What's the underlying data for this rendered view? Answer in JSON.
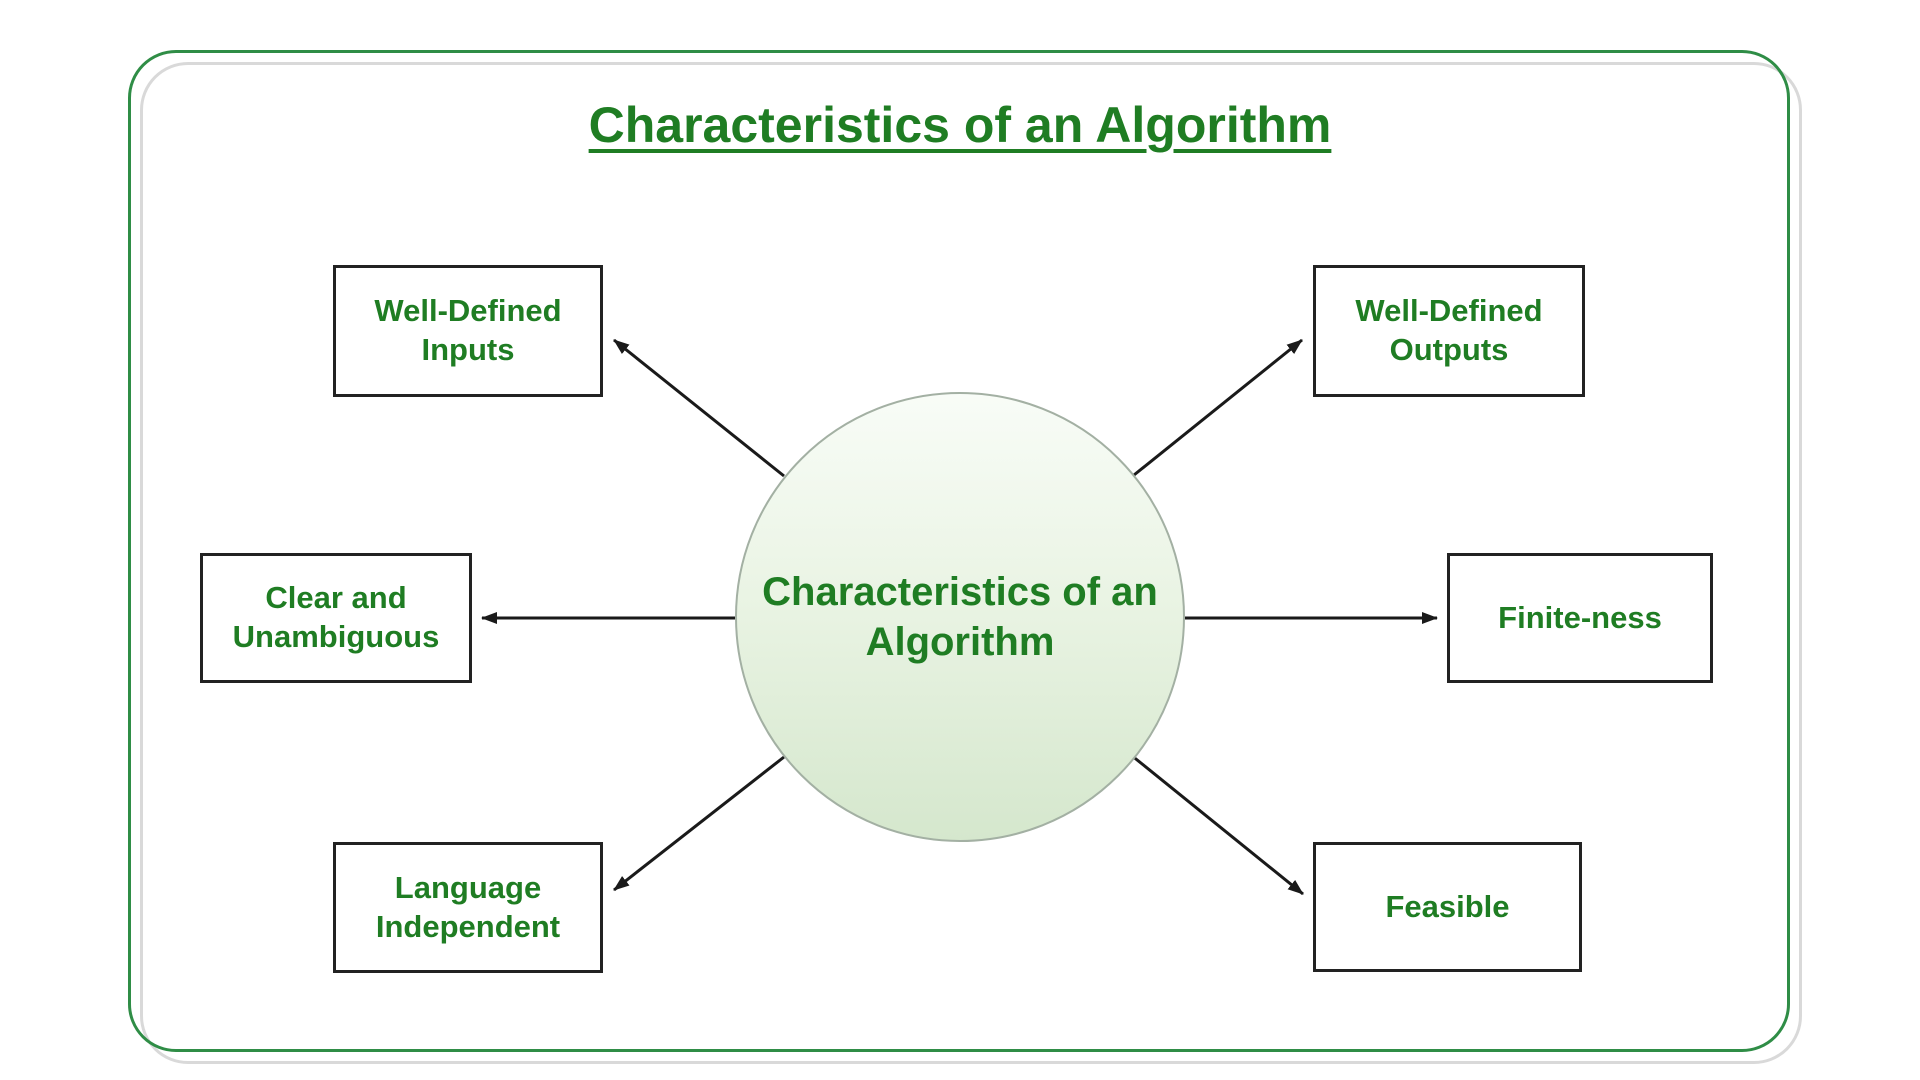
{
  "title": "Characteristics of an Algorithm",
  "center": {
    "label": "Characteristics of an Algorithm"
  },
  "nodes": {
    "top_left": {
      "label": "Well-Defined Inputs"
    },
    "top_right": {
      "label": "Well-Defined Outputs"
    },
    "mid_left": {
      "label": "Clear and Unambiguous"
    },
    "mid_right": {
      "label": "Finite-ness"
    },
    "bottom_left": {
      "label": "Language Independent"
    },
    "bottom_right": {
      "label": "Feasible"
    }
  },
  "colors": {
    "text_green": "#1f7d23",
    "panel_border_green": "#2f8d46",
    "panel_shadow_gray": "#d9d9d9",
    "box_border": "#222222",
    "arrow_black": "#1a1a1a",
    "circle_fill_top": "#f8fcf7",
    "circle_fill_bottom": "#d5e7cd",
    "circle_border": "#a3b0a3"
  }
}
